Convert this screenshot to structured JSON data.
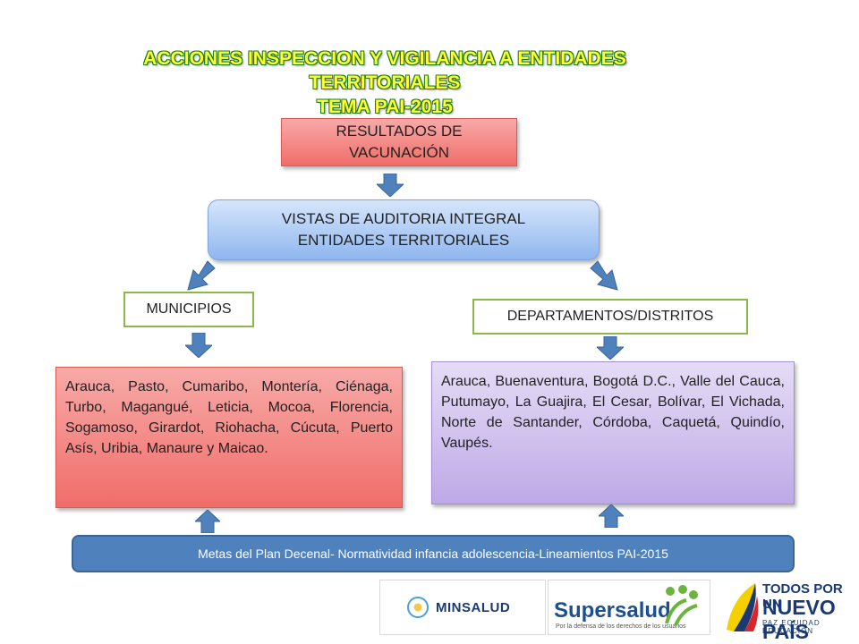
{
  "title": {
    "line1": "ACCIONES INSPECCION Y VIGILANCIA A ENTIDADES TERRITORIALES",
    "line2": "TEMA  PAI-2015"
  },
  "nodes": {
    "resultados": "RESULTADOS DE VACUNACIÓN",
    "auditoria_line1": "VISTAS DE AUDITORIA INTEGRAL",
    "auditoria_line2": "ENTIDADES TERRITORIALES",
    "municipios": "MUNICIPIOS",
    "departamentos": "DEPARTAMENTOS/DISTRITOS",
    "municipios_list": "Arauca, Pasto, Cumaribo, Montería, Ciénaga, Turbo, Magangué, Leticia, Mocoa, Florencia, Sogamoso, Girardot, Riohacha, Cúcuta, Puerto Asís, Uribia, Manaure y Maicao.",
    "departamentos_list": "Arauca, Buenaventura, Bogotá D.C., Valle del Cauca, Putumayo, La Guajira, El Cesar, Bolívar, El Vichada, Norte de Santander, Córdoba, Caquetá, Quindío, Vaupés.",
    "footer": "Metas del Plan Decenal- Normatividad infancia adolescencia-Lineamientos  PAI-2015"
  },
  "logos": {
    "minsalud": "MINSALUD",
    "supersalud": "Supersalud",
    "supersalud_tagline": "Por la defensa de los derechos de los usuarios",
    "pais_line1": "TODOS POR UN",
    "pais_line2": "NUEVO PAÍS",
    "pais_line3": "PAZ  EQUIDAD  EDUCACIÓN"
  },
  "colors": {
    "title_fill": "#ffff33",
    "title_outline": "#1a7a1a",
    "arrow_fill": "#4f81bd",
    "footer_fill": "#4f81bd"
  }
}
